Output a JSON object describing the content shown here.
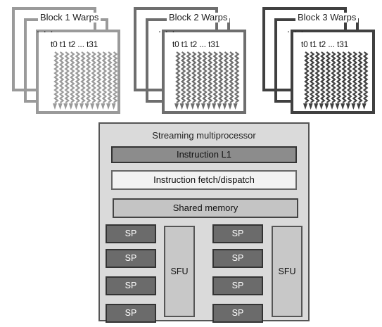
{
  "blocks": [
    {
      "label": "Block 1 Warps",
      "dots": ". . .",
      "threads": "t0  t1  t2  ...  t31",
      "color": "#9a9a9a"
    },
    {
      "label": "Block 2 Warps",
      "dots": ". . .",
      "threads": "t0  t1  t2  ...  t31",
      "color": "#6e6e6e"
    },
    {
      "label": "Block 3 Warps",
      "dots": ". . .",
      "threads": "t0  t1  t2  ...  t31",
      "color": "#404040"
    }
  ],
  "sm": {
    "title": "Streaming multiprocessor",
    "instruction_l1": "Instruction L1",
    "fetch_dispatch": "Instruction fetch/dispatch",
    "shared_memory": "Shared memory",
    "sp_label": "SP",
    "sfu_label": "SFU",
    "colors": {
      "sm_bg": "#dadada",
      "l1_bg": "#8c8c8c",
      "fetch_bg": "#f2f2f2",
      "shared_bg": "#c4c4c4",
      "sp_bg": "#6b6b6b",
      "sp_text": "#ffffff",
      "sfu_bg": "#c8c8c8"
    }
  }
}
